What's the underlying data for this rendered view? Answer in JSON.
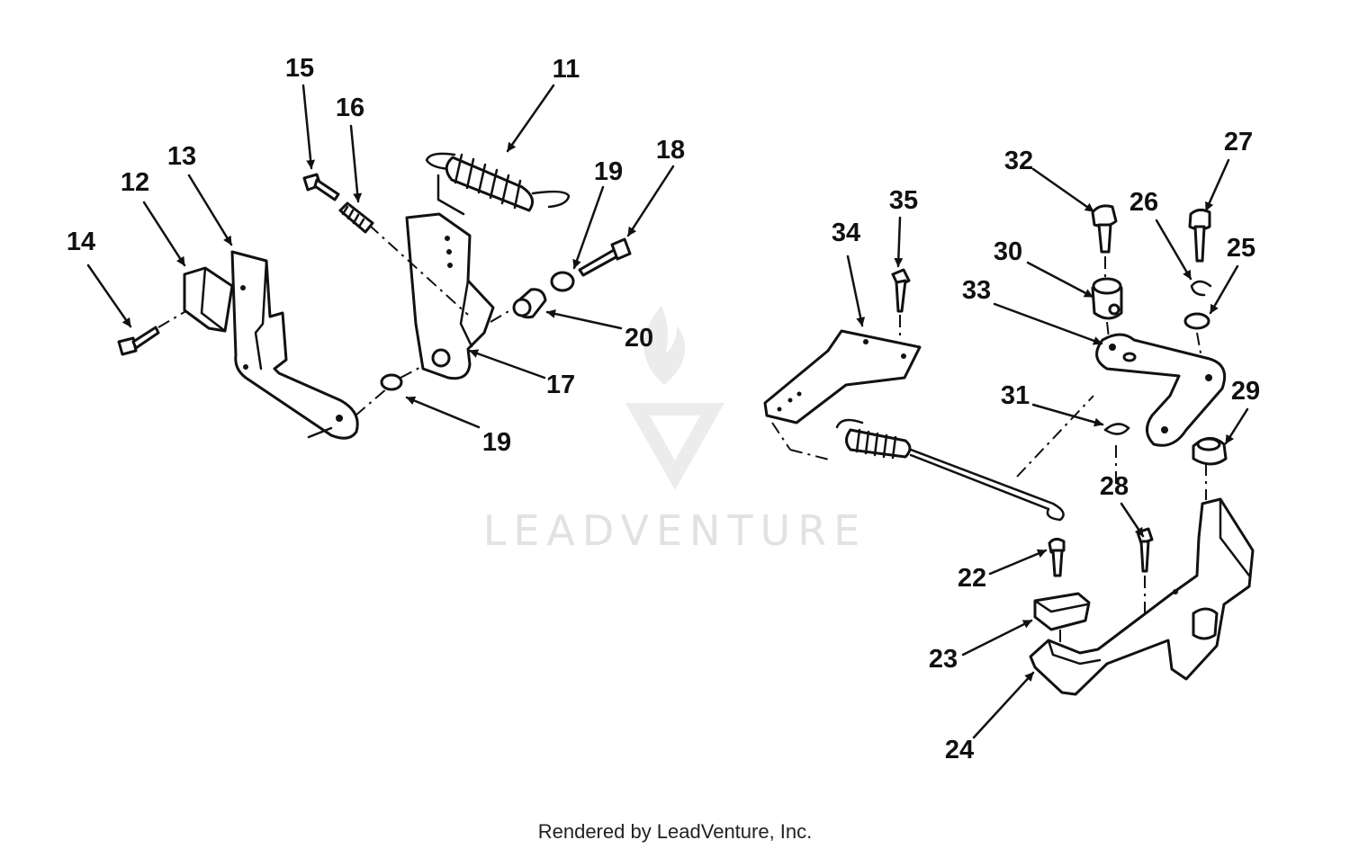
{
  "callouts": {
    "c11": "11",
    "c12": "12",
    "c13": "13",
    "c14": "14",
    "c15": "15",
    "c16": "16",
    "c17": "17",
    "c18": "18",
    "c19a": "19",
    "c19b": "19",
    "c20": "20",
    "c22": "22",
    "c23": "23",
    "c24": "24",
    "c25": "25",
    "c26": "26",
    "c27": "27",
    "c28": "28",
    "c29": "29",
    "c30": "30",
    "c31": "31",
    "c32": "32",
    "c33": "33",
    "c34": "34",
    "c35": "35"
  },
  "watermark": {
    "text": "LEADVENTURE"
  },
  "footer": {
    "credit": "Rendered by LeadVenture, Inc."
  }
}
